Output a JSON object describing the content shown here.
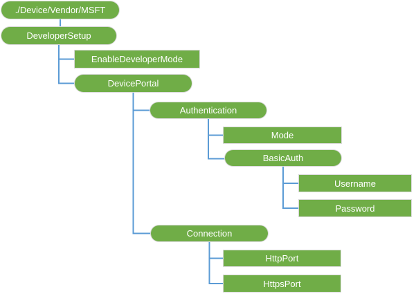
{
  "diagram_type": "tree",
  "colors": {
    "node_fill": "#70AD47",
    "node_text": "#FFFFFF",
    "node_border": "#D9D9D9",
    "connector": "#5B9BD5",
    "background": "#FFFFFF"
  },
  "nodes": [
    {
      "label": "./Device/Vendor/MSFT",
      "shape": "rounded",
      "parent": null
    },
    {
      "label": "DeveloperSetup",
      "shape": "rounded",
      "parent": "./Device/Vendor/MSFT"
    },
    {
      "label": "EnableDeveloperMode",
      "shape": "rectangle",
      "parent": "DeveloperSetup"
    },
    {
      "label": "DevicePortal",
      "shape": "rounded",
      "parent": "DeveloperSetup"
    },
    {
      "label": "Authentication",
      "shape": "rounded",
      "parent": "DevicePortal"
    },
    {
      "label": "Mode",
      "shape": "rectangle",
      "parent": "Authentication"
    },
    {
      "label": "BasicAuth",
      "shape": "rounded",
      "parent": "Authentication"
    },
    {
      "label": "Username",
      "shape": "rectangle",
      "parent": "BasicAuth"
    },
    {
      "label": "Password",
      "shape": "rectangle",
      "parent": "BasicAuth"
    },
    {
      "label": "Connection",
      "shape": "rounded",
      "parent": "DevicePortal"
    },
    {
      "label": "HttpPort",
      "shape": "rectangle",
      "parent": "Connection"
    },
    {
      "label": "HttpsPort",
      "shape": "rectangle",
      "parent": "Connection"
    }
  ]
}
